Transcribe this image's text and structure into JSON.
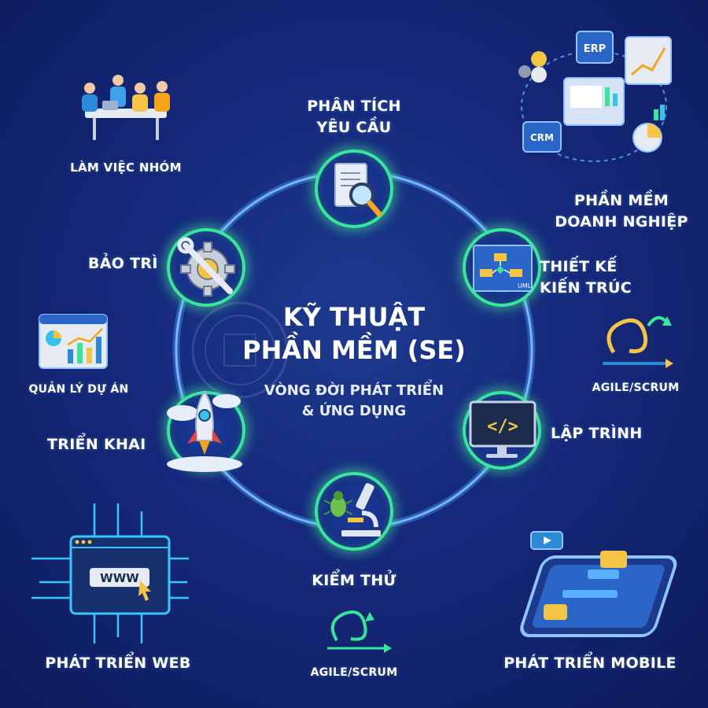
{
  "title_line1": "KỸ THUẬT",
  "title_line2": "PHẦN MỀM (SE)",
  "subtitle_line1": "VÒNG ĐỜI PHÁT TRIỂN",
  "subtitle_line2": "& ỨNG DỤNG",
  "cycle": {
    "requirements": {
      "line1": "PHÂN TÍCH",
      "line2": "YÊU CẦU"
    },
    "design": {
      "line1": "THIẾT KẾ",
      "line2": "KIẾN TRÚC"
    },
    "coding": "LẬP TRÌNH",
    "testing": "KIỂM THỬ",
    "deployment": "TRIỂN KHAI",
    "maintenance": "BẢO TRÌ"
  },
  "outer": {
    "teamwork": "LÀM VIỆC NHÓM",
    "enterprise": {
      "line1": "PHẦN MỀM",
      "line2": "DOANH NGHIỆP"
    },
    "project_mgmt": "QUẢN LÝ DỰ ÁN",
    "agile_right": "AGILE/SCRUM",
    "agile_bottom": "AGILE/SCRUM",
    "web": "PHÁT TRIỂN WEB",
    "mobile": "PHÁT TRIỂN MOBILE"
  },
  "icon_text": {
    "erp": "ERP",
    "crm": "CRM",
    "uml": "UML",
    "code": "</>",
    "www": "WWW"
  },
  "colors": {
    "background": "#15287a",
    "ring": "#4a8fe8",
    "node_border": "#38e69a",
    "accent_yellow": "#f4c542",
    "accent_cyan": "#34c3e8"
  }
}
